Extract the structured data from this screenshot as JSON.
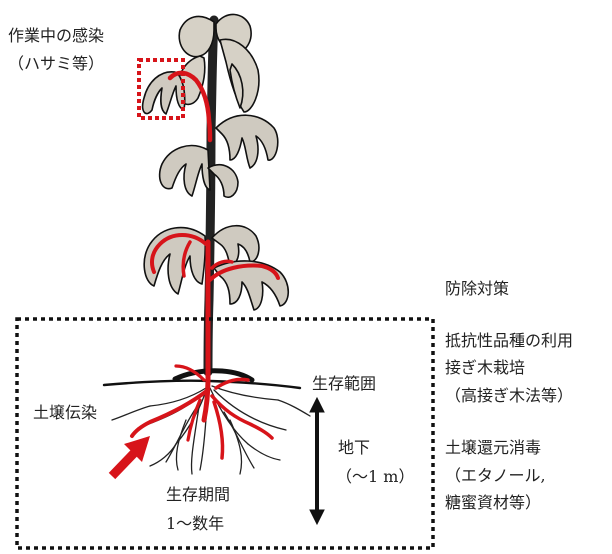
{
  "labels": {
    "infection_work_line1": "作業中の感染",
    "infection_work_line2": "（ハサミ等）",
    "control_title": "防除対策",
    "control_resistant": "抵抗性品種の利用",
    "control_graft_line1": "接ぎ木栽培",
    "control_graft_line2": "（高接ぎ木法等）",
    "control_soil_line1": "土壌還元消毒",
    "control_soil_line2": "（エタノール,",
    "control_soil_line3": "糖蜜資材等）",
    "soil_infection": "土壌伝染",
    "survival_range": "生存範囲",
    "underground_line1": "地下",
    "underground_line2": "（〜1 m）",
    "survival_period_line1": "生存期間",
    "survival_period_line2": "1〜数年"
  },
  "colors": {
    "infection_red": "#d7141a",
    "outline": "#111111",
    "leaf_fill": "#cfcac0"
  }
}
